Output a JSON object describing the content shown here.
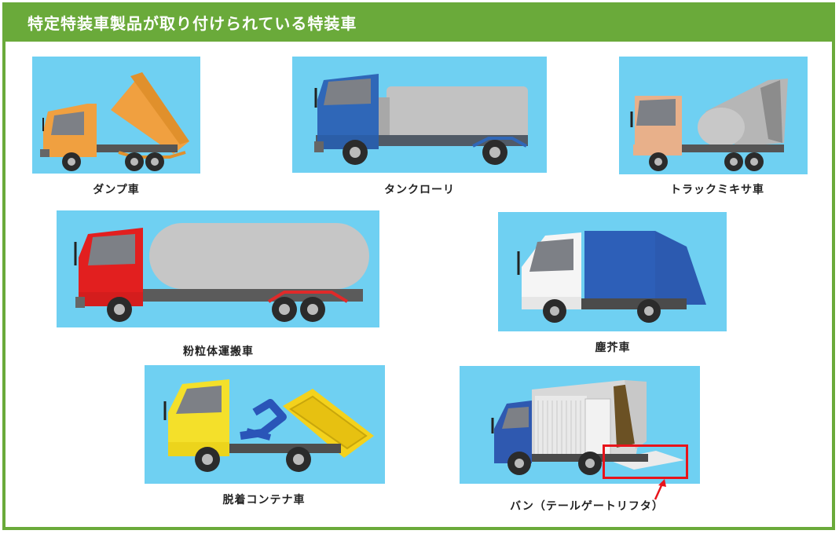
{
  "header": {
    "title": "特定特装車製品が取り付けられている特装車"
  },
  "vehicles": [
    {
      "name": "dump-truck",
      "label": "ダンプ車"
    },
    {
      "name": "tank-lorry",
      "label": "タンクローリ"
    },
    {
      "name": "mixer-truck",
      "label": "トラックミキサ車"
    },
    {
      "name": "powder-tank-truck",
      "label": "粉粒体運搬車"
    },
    {
      "name": "garbage-truck",
      "label": "塵芥車"
    },
    {
      "name": "container-truck",
      "label": "脱着コンテナ車"
    },
    {
      "name": "van-tail-lift",
      "label": "バン（テールゲートリフタ）"
    }
  ],
  "colors": {
    "frame_green": "#6aaa3a",
    "panel_blue": "#6fd0f2",
    "highlight_red": "#e8141b"
  }
}
